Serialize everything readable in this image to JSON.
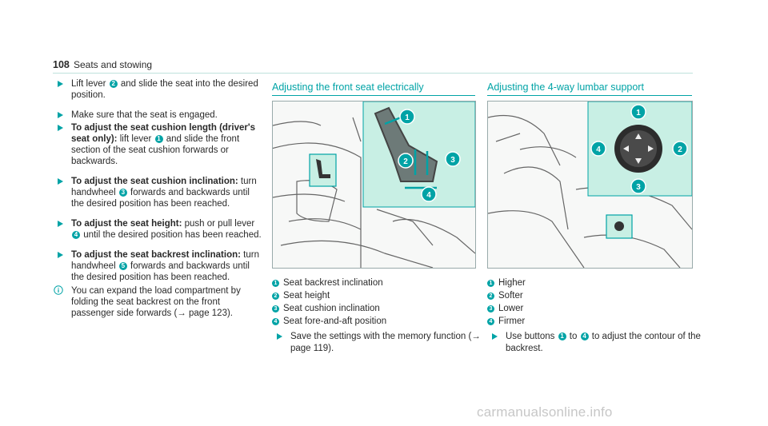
{
  "header": {
    "page_number": "108",
    "section": "Seats and stowing"
  },
  "column1": {
    "items": [
      {
        "bold": "",
        "parts": [
          "Lift lever ",
          "2",
          " and slide the seat into the desired position."
        ]
      },
      {
        "bold": "",
        "parts": [
          "Make sure that the seat is engaged."
        ]
      },
      {
        "bold": "To adjust the seat cushion length (driver's seat only):",
        "parts": [
          " lift lever ",
          "1",
          " and slide the front section of the seat cushion forwards or backwards."
        ]
      },
      {
        "bold": "To adjust the seat cushion inclination:",
        "parts": [
          " turn handwheel ",
          "3",
          " forwards and backwards until the desired position has been reached."
        ]
      },
      {
        "bold": "To adjust the seat height:",
        "parts": [
          " push or pull lever ",
          "4",
          " until the desired position has been reached."
        ]
      },
      {
        "bold": "To adjust the seat backrest inclination:",
        "parts": [
          " turn handwheel ",
          "5",
          " forwards and backwards until the desired position has been reached."
        ]
      }
    ],
    "info_note": "You can expand the load compartment by folding the seat backrest on the front passenger side forwards (→ page 123)."
  },
  "column2": {
    "title": "Adjusting the front seat electrically",
    "legend": [
      {
        "num": "1",
        "text": "Seat backrest inclination"
      },
      {
        "num": "2",
        "text": "Seat height"
      },
      {
        "num": "3",
        "text": "Seat cushion inclination"
      },
      {
        "num": "4",
        "text": "Seat fore-and-aft position"
      }
    ],
    "note": "Save the settings with the memory function (→ page 119)."
  },
  "column3": {
    "title": "Adjusting the 4-way lumbar support",
    "legend": [
      {
        "num": "1",
        "text": "Higher"
      },
      {
        "num": "2",
        "text": "Softer"
      },
      {
        "num": "3",
        "text": "Lower"
      },
      {
        "num": "4",
        "text": "Firmer"
      }
    ],
    "note_parts": [
      "Use buttons ",
      "1",
      " to ",
      "4",
      " to adjust the contour of the backrest."
    ]
  },
  "figure_labels": {
    "fig1": [
      "1",
      "2",
      "3",
      "4"
    ],
    "fig2": [
      "1",
      "2",
      "3",
      "4"
    ]
  },
  "colors": {
    "accent": "#00a3a6",
    "highlight": "#c8efe4"
  },
  "watermark": "carmanualsonline.info"
}
